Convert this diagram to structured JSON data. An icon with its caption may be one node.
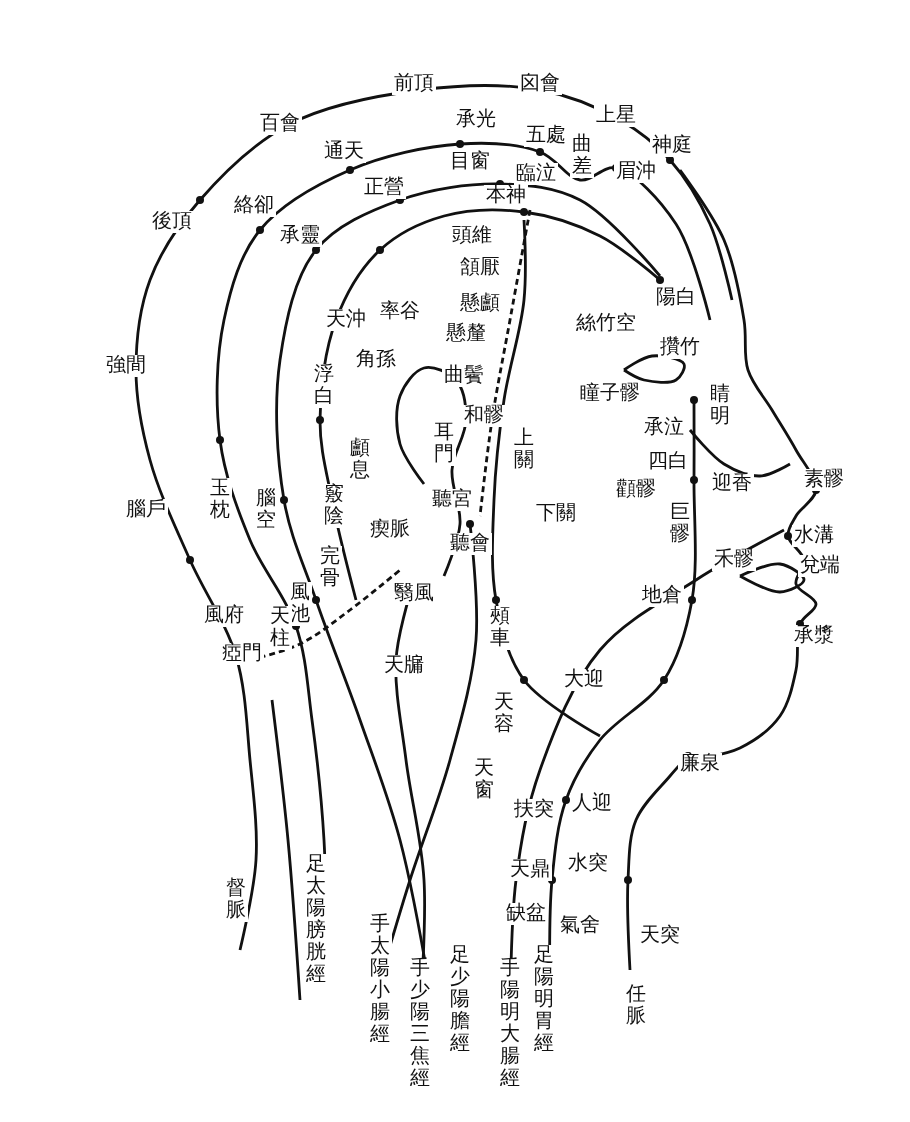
{
  "diagram": {
    "labels": [
      "前頂",
      "囟會",
      "上星",
      "神庭",
      "百會",
      "承光",
      "通天",
      "五處",
      "曲差",
      "眉沖",
      "目窗",
      "臨泣",
      "絡卻",
      "後頂",
      "正營",
      "本神",
      "承靈",
      "頭維",
      "頷厭",
      "陽白",
      "懸顱",
      "絲竹空",
      "天沖",
      "率谷",
      "懸釐",
      "攢竹",
      "強間",
      "角孫",
      "曲鬢",
      "浮白",
      "瞳子髎",
      "睛明",
      "和髎",
      "承泣",
      "耳門",
      "上關",
      "顱息",
      "四白",
      "迎香",
      "素髎",
      "顴髎",
      "聽宮",
      "腦戶",
      "玉枕",
      "腦空",
      "竅陰",
      "下關",
      "巨髎",
      "瘈脈",
      "水溝",
      "聽會",
      "禾髎",
      "兌端",
      "完骨",
      "翳風",
      "地倉",
      "風池",
      "風府",
      "天柱",
      "頰車",
      "承漿",
      "瘂門",
      "天牖",
      "大迎",
      "天容",
      "廉泉",
      "天窗",
      "人迎",
      "扶突",
      "水突",
      "天鼎",
      "缺盆",
      "氣舍",
      "天突",
      "督脈",
      "足太陽膀胱經",
      "足少陽膽經",
      "手太陽小腸經",
      "任脈",
      "手陽明大腸經",
      "足陽明胃經",
      "手少陽三焦經"
    ]
  }
}
